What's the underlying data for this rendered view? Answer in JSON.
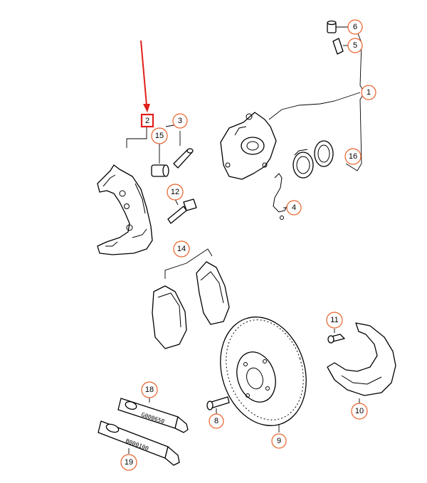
{
  "callouts": {
    "c1": "1",
    "c2": "2",
    "c3": "3",
    "c4": "4",
    "c5": "5",
    "c6": "6",
    "c8": "8",
    "c9": "9",
    "c10": "10",
    "c11": "11",
    "c12": "12",
    "c14": "14",
    "c15": "15",
    "c16": "16",
    "c18": "18",
    "c19": "19"
  },
  "tube_labels": {
    "tube18": "G000650",
    "tube19": "B000100"
  },
  "colors": {
    "highlight_box": "#e0201b",
    "arrow": "#e0201b",
    "callout_ring": "#e8622a"
  }
}
